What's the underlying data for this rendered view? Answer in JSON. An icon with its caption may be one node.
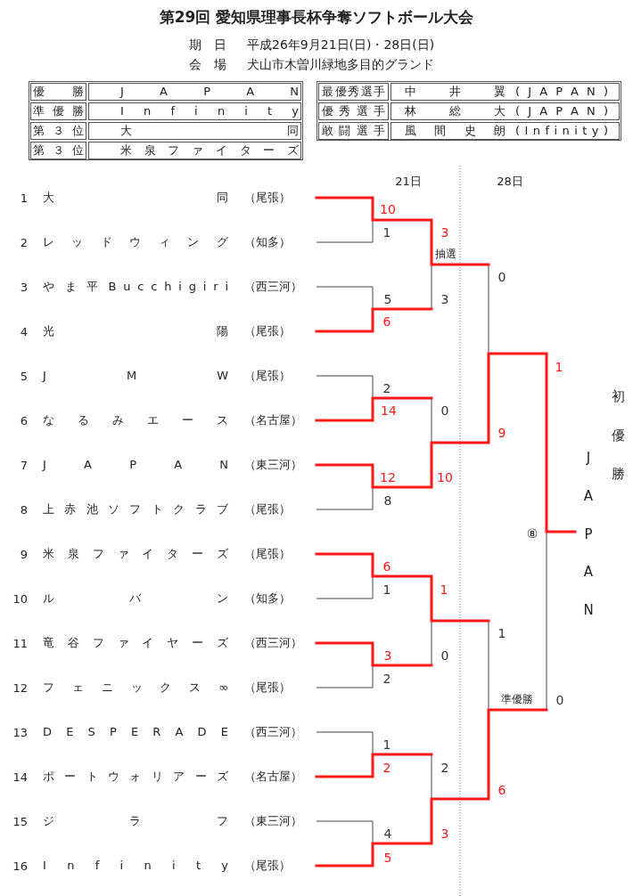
{
  "diagram": {
    "title": "第29回 愛知県理事長杯争奪ソフトボール大会",
    "labels": [
      "期 日",
      "平成26年9月21日(日)・28日(日)",
      "会 場",
      "犬山市木曽川緑地多目的グランド",
      "優 勝",
      "J A P A N",
      "準 優 勝",
      "I n f i n i t y",
      "第 ３ 位",
      "大 同",
      "第 ３ 位",
      "米 泉 フ ァ イ タ ー ズ",
      "最優秀選手",
      "中 井 翼",
      "( J A P A N )",
      "優 秀 選 手",
      "林 総 大",
      "( J A P A N )",
      "敢 闘 選 手",
      "風 間 史 朗",
      "( I n f i n i t y )",
      "21日",
      "28日",
      "1",
      "大 同",
      "（尾張）",
      "2",
      "レ ッ ド ウ ィ ン グ",
      "（知多）",
      "3",
      "や ま 平 B u c c h i g i r i",
      "（西三河）",
      "4",
      "光 陽",
      "（尾張）",
      "5",
      "J M W",
      "（尾張）",
      "6",
      "な る み エ ー ス",
      "（名古屋）",
      "7",
      "J A P A N",
      "（東三河）",
      "8",
      "上 赤 池 ソ フ ト ク ラ ブ",
      "（尾張）",
      "9",
      "米 泉 フ ァ イ タ ー ズ",
      "（尾張）",
      "10",
      "ル バ ン",
      "（知多）",
      "11",
      "竜 谷 フ ァ イ ヤ ー ズ",
      "（西三河）",
      "12",
      "フ ェ ニ ッ ク ス ∞",
      "（尾張）",
      "13",
      "D E S P E R A D E",
      "（西三河）",
      "14",
      "ポ ー ト ウ ォ リ ア ー ズ",
      "（名古屋）",
      "15",
      "ジ ラ フ",
      "（東三河）",
      "16",
      "I n f i n i t y",
      "（尾張）",
      "10",
      "1",
      "3",
      "抽選",
      "0",
      "5",
      "3",
      "6",
      "1",
      "2",
      "14",
      "0",
      "9",
      "12",
      "10",
      "8",
      "⑧",
      "6",
      "1",
      "1",
      "1",
      "3",
      "0",
      "2",
      "準優勝",
      "0",
      "1",
      "2",
      "2",
      "6",
      "4",
      "3",
      "5",
      "JAPAN",
      "初優勝"
    ]
  }
}
